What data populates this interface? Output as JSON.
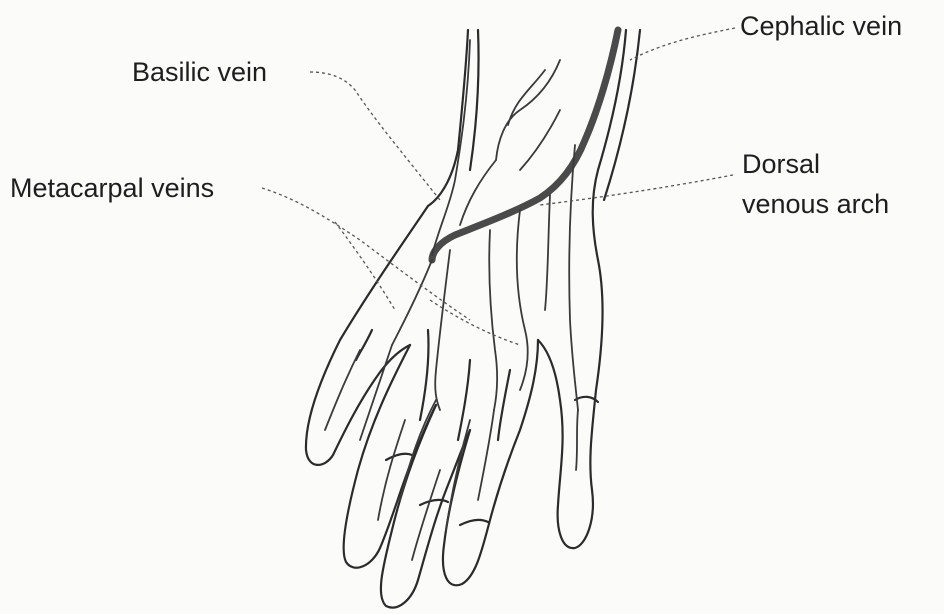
{
  "labels": {
    "cephalic": "Cephalic vein",
    "basilic": "Basilic vein",
    "metacarpal": "Metacarpal veins",
    "dorsal_line1": "Dorsal",
    "dorsal_line2": "venous arch"
  }
}
